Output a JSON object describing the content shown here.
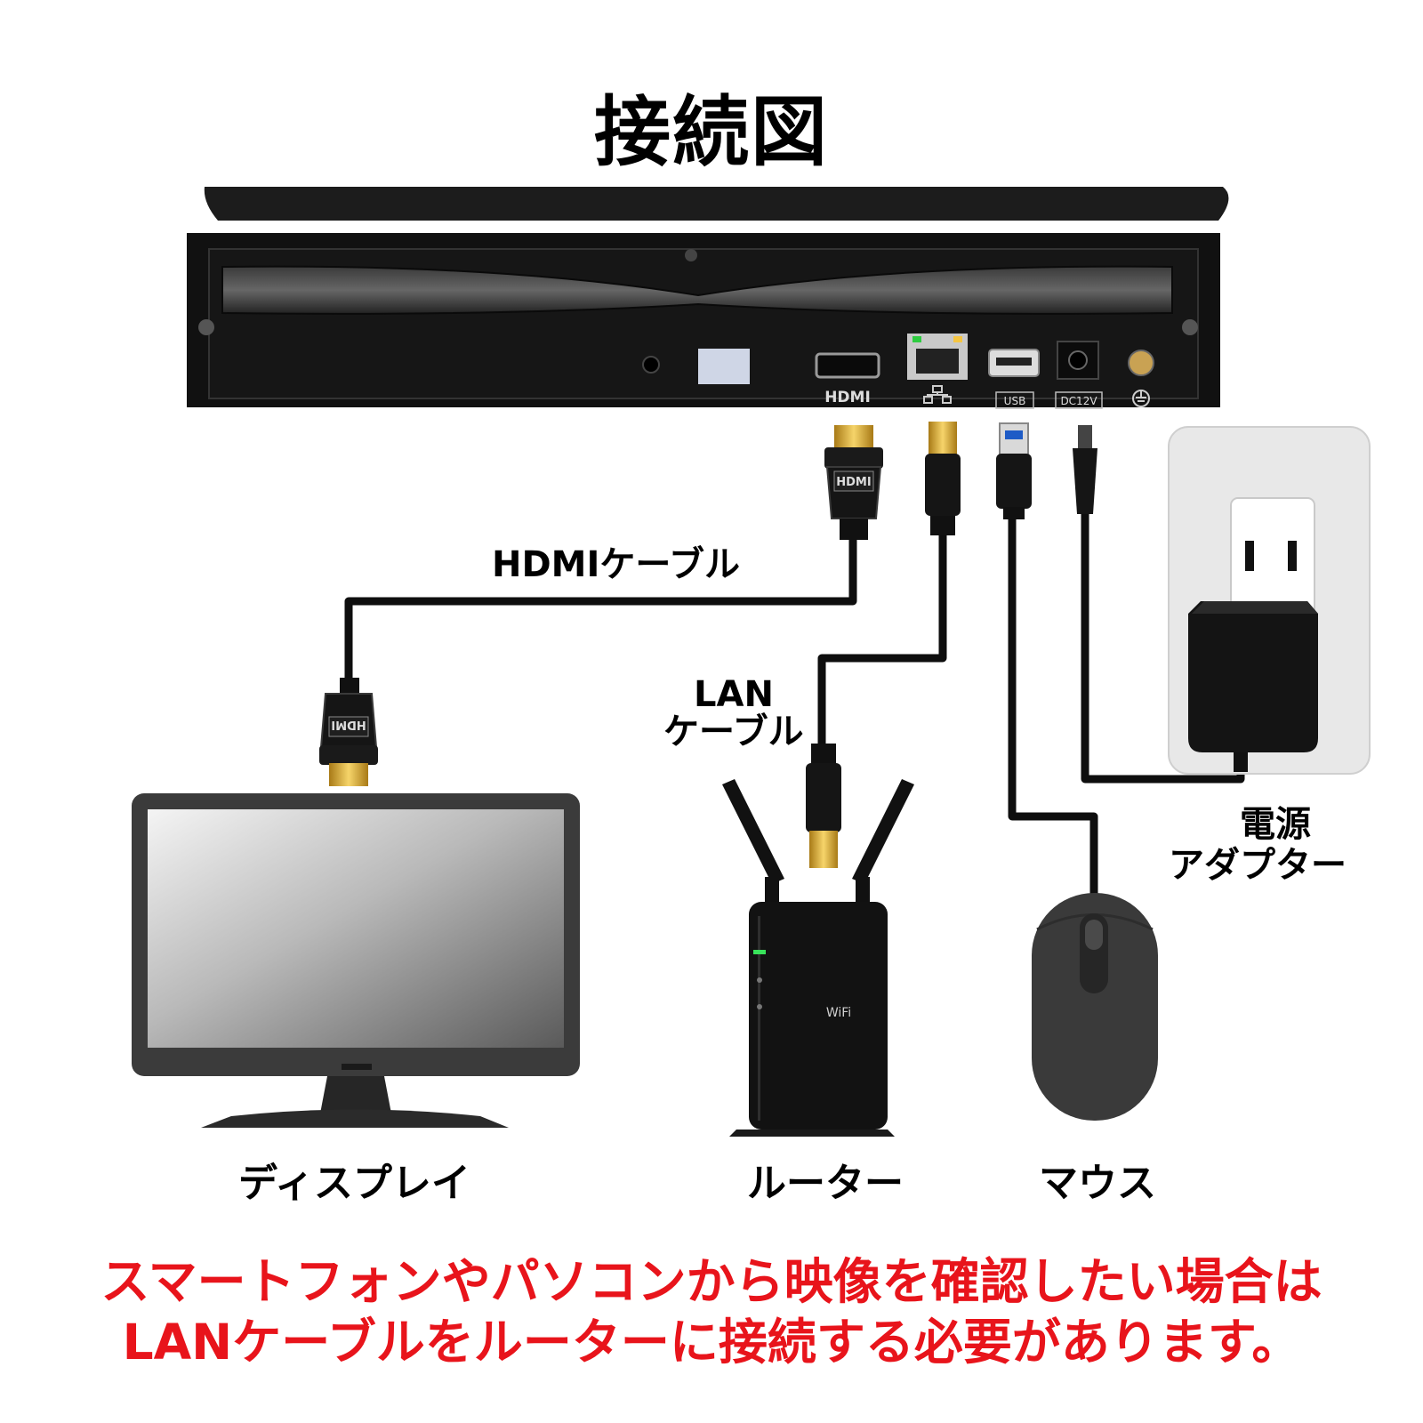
{
  "title": "接続図",
  "ports": {
    "hdmi": "HDMI",
    "usb": "USB",
    "dc": "DC12V"
  },
  "connectors": {
    "hdmi_plug": "HDMI",
    "display_plug": "HDMI"
  },
  "router_text": "WiFi",
  "labels": {
    "hdmi_cable": "HDMIケーブル",
    "lan_cable_line1": "LAN",
    "lan_cable_line2": "ケーブル",
    "power_line1": "電源",
    "power_line2": "アダプター",
    "display": "ディスプレイ",
    "router": "ルーター",
    "mouse": "マウス"
  },
  "note": {
    "line1": "スマートフォンやパソコンから映像を確認したい場合は",
    "line2": "LANケーブルをルーターに接続する必要があります。"
  }
}
